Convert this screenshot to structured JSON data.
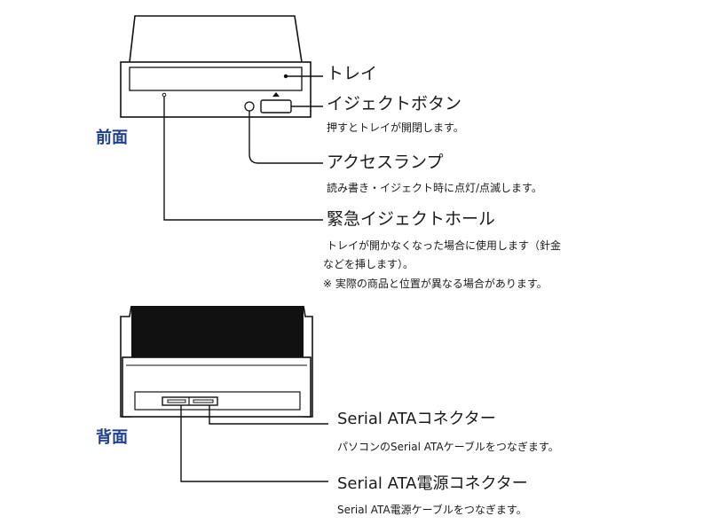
{
  "front": {
    "title": "前面",
    "tray": {
      "label": "トレイ"
    },
    "eject_button": {
      "label": "イジェクトボタン",
      "desc": "押すとトレイが開閉します。"
    },
    "access_lamp": {
      "label": "アクセスランプ",
      "desc": "読み書き・イジェクト時に点灯/点滅します。"
    },
    "emergency_eject_hole": {
      "label": "緊急イジェクトホール",
      "desc1": "トレイが開かなくなった場合に使用します（針金",
      "desc2": "などを挿します）。",
      "note": "※ 実際の商品と位置が異なる場合があります。"
    }
  },
  "back": {
    "title": "背面",
    "sata_connector": {
      "label": "Serial ATAコネクター",
      "desc": "パソコンのSerial ATAケーブルをつなぎます。"
    },
    "sata_power_connector": {
      "label": "Serial ATA電源コネクター",
      "desc": "Serial ATA電源ケーブルをつなぎます。"
    }
  }
}
